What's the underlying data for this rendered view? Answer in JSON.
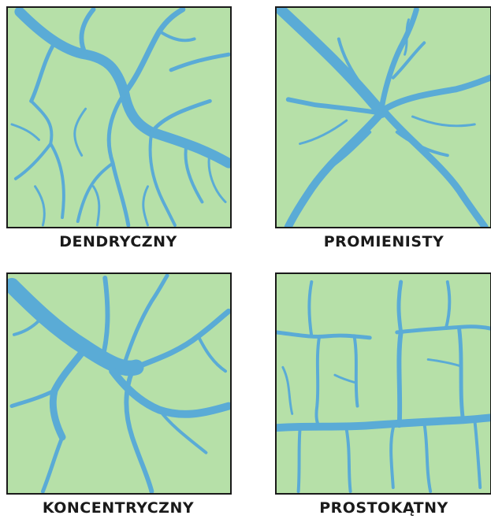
{
  "panels": [
    {
      "key": "dendritic",
      "label": "DENDRYCZNY"
    },
    {
      "key": "radial",
      "label": "PROMIENISTY"
    },
    {
      "key": "concentric",
      "label": "KONCENTRYCZNY"
    },
    {
      "key": "rectangular",
      "label": "PROSTOKĄTNY"
    }
  ],
  "colors": {
    "land": "#b6e0a8",
    "water": "#5aabd6",
    "border": "#1a1a1a"
  }
}
